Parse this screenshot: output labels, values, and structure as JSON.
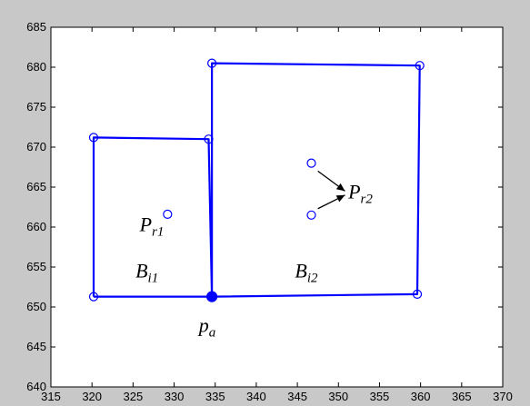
{
  "chart_data": {
    "type": "line",
    "xlim": [
      315,
      370
    ],
    "ylim": [
      640,
      685
    ],
    "xticks": [
      315,
      320,
      325,
      330,
      335,
      340,
      345,
      350,
      355,
      360,
      365,
      370
    ],
    "yticks": [
      640,
      645,
      650,
      655,
      660,
      665,
      670,
      675,
      680,
      685
    ],
    "grid": false,
    "series": [
      {
        "points": [
          [
            320.2,
            651.3
          ],
          [
            320.2,
            671.2
          ],
          [
            334.2,
            671.0
          ],
          [
            334.6,
            651.3
          ],
          [
            320.2,
            651.3
          ]
        ]
      },
      {
        "points": [
          [
            334.6,
            651.3
          ],
          [
            334.6,
            680.5
          ],
          [
            359.9,
            680.2
          ],
          [
            359.6,
            651.6
          ],
          [
            334.6,
            651.3
          ]
        ]
      }
    ],
    "markers": [
      {
        "x": 320.2,
        "y": 671.2,
        "style": "open"
      },
      {
        "x": 334.2,
        "y": 671.0,
        "style": "open"
      },
      {
        "x": 320.2,
        "y": 651.3,
        "style": "open"
      },
      {
        "x": 334.6,
        "y": 680.5,
        "style": "open"
      },
      {
        "x": 359.9,
        "y": 680.2,
        "style": "open"
      },
      {
        "x": 359.6,
        "y": 651.6,
        "style": "open"
      },
      {
        "x": 329.2,
        "y": 661.6,
        "style": "open"
      },
      {
        "x": 346.7,
        "y": 668.0,
        "style": "open"
      },
      {
        "x": 346.7,
        "y": 661.5,
        "style": "open"
      },
      {
        "x": 334.6,
        "y": 651.3,
        "style": "filled"
      }
    ],
    "arrows": [
      {
        "from": [
          347.5,
          667.0
        ],
        "to": [
          350.8,
          664.5
        ]
      },
      {
        "from": [
          347.5,
          662.3
        ],
        "to": [
          350.8,
          664.0
        ]
      }
    ],
    "annotations": [
      {
        "base": "P",
        "sub": "r1",
        "x": 325.8,
        "y": 659.5
      },
      {
        "base": "P",
        "sub": "r2",
        "x": 351.2,
        "y": 663.6
      },
      {
        "base": "B",
        "sub": "i1",
        "x": 325.3,
        "y": 653.7
      },
      {
        "base": "B",
        "sub": "i2",
        "x": 344.7,
        "y": 653.7
      },
      {
        "base": "p",
        "sub": "a",
        "x": 333.0,
        "y": 646.9
      }
    ],
    "colors": {
      "lines": "#0000ff",
      "markers": "#0000ff",
      "arrows": "#000000",
      "axes": "#000000",
      "plot_bg": "#ffffff",
      "figure_bg": "#c8c8c8"
    }
  }
}
